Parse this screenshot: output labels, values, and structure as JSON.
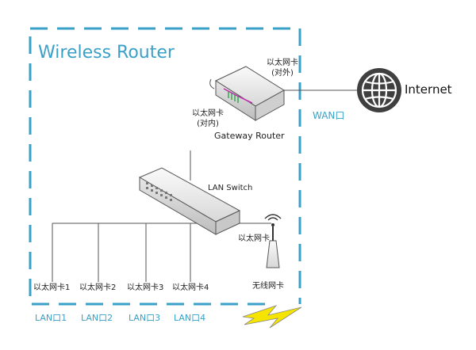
{
  "title": "Wireless Router",
  "internet_label": "Internet",
  "wan_port_label": "WAN口",
  "gateway": {
    "label": "Gateway Router",
    "nic_external": "以太网卡",
    "nic_external_sub": "(对外)",
    "nic_internal": "以太网卡",
    "nic_internal_sub": "(对内)"
  },
  "switch": {
    "label": "LAN Switch"
  },
  "wireless": {
    "nic_label": "以太网卡",
    "card_label": "无线网卡"
  },
  "lan_nics": [
    "以太网卡1",
    "以太网卡2",
    "以太网卡3",
    "以太网卡4"
  ],
  "lan_ports": [
    "LAN口1",
    "LAN口2",
    "LAN口3",
    "LAN口4"
  ],
  "colors": {
    "frame": "#3aa0c8",
    "accent": "#3aa0c8",
    "lightning_fill": "#f5e400",
    "line": "#555555"
  },
  "icons": [
    "globe-icon",
    "router-icon",
    "switch-icon",
    "antenna-icon",
    "lightning-icon"
  ]
}
